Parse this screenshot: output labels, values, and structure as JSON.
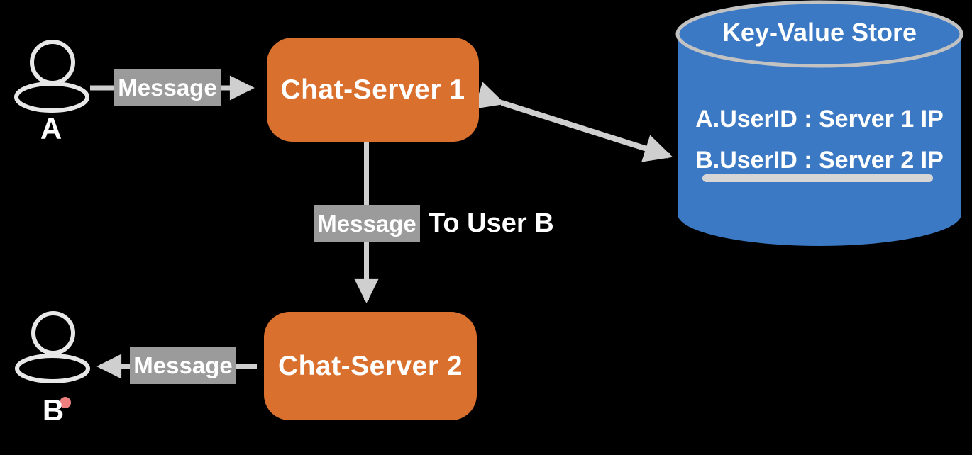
{
  "diagram": {
    "user_a": {
      "label": "A"
    },
    "user_b": {
      "label": "B",
      "has_notification_dot": true
    },
    "chat_server_1": {
      "label": "Chat-Server 1"
    },
    "chat_server_2": {
      "label": "Chat-Server 2"
    },
    "message_a_to_server1": {
      "label": "Message"
    },
    "message_server1_to_server2": {
      "label": "Message",
      "annotation": "To User B"
    },
    "message_server2_to_b": {
      "label": "Message"
    },
    "key_value_store": {
      "title": "Key-Value Store",
      "entries": [
        "A.UserID : Server 1 IP",
        "B.UserID : Server 2 IP"
      ],
      "highlighted_entry": "B.UserID : Server 2 IP"
    }
  },
  "colors": {
    "background": "#000000",
    "server_orange": "#D9702E",
    "store_blue": "#3B79C4",
    "label_gray": "#9B9B9B",
    "arrow_gray": "#CFCFCF",
    "icon_stroke": "#E7E7E7",
    "ellipse_stroke": "#C2C2C2",
    "underline_gray": "#D6D6D6",
    "dot_pink": "#F08080",
    "text_white": "#FFFFFF"
  }
}
